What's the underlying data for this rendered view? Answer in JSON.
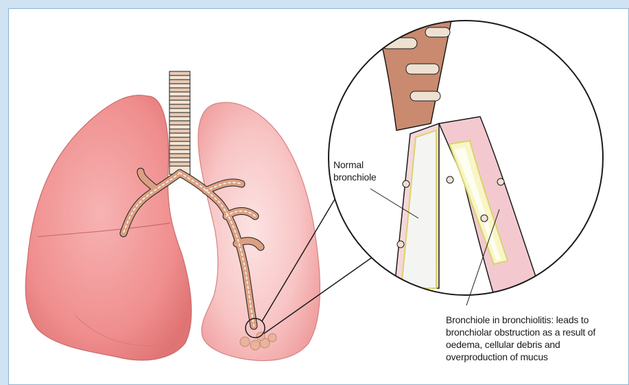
{
  "labels": {
    "normal_bronchiole": [
      "Normal",
      "bronchiole"
    ],
    "bronchiolitis": [
      "Bronchiole in bronchiolitis: leads to",
      "bronchiolar obstruction as a result of",
      "oedema, cellular debris and",
      "overproduction of mucus"
    ]
  },
  "colors": {
    "background": "#cfe3f3",
    "lung": "#f08c8c",
    "lung_light": "#f7c2c2",
    "airway": "#d9957a",
    "cartilage": "#f3e6d6",
    "outline": "#1a1a1a"
  }
}
